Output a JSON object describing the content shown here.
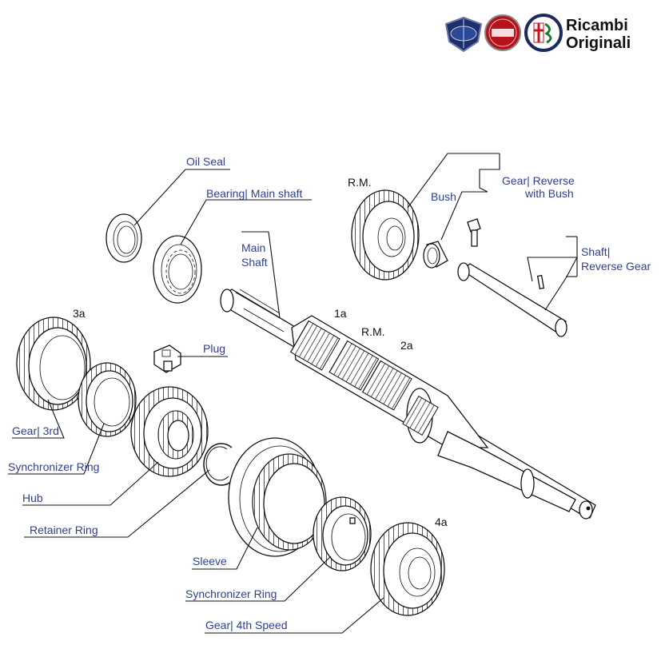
{
  "brand": {
    "title_line1": "Ricambi",
    "title_line2": "Originali",
    "logos": [
      "lancia-badge",
      "fiat-badge",
      "alfa-romeo-badge"
    ],
    "colors": {
      "lancia": "#1d2f6b",
      "fiat": "#b5121b",
      "alfa_red": "#c4161c",
      "alfa_green": "#1a7a3a"
    }
  },
  "labels": {
    "oil_seal": "Oil Seal",
    "bearing": "Bearing| Main shaft",
    "main_shaft_1": "Main",
    "main_shaft_2": "Shaft",
    "gear_reverse_1": "Gear| Reverse",
    "gear_reverse_2": "with Bush",
    "bush": "Bush",
    "shaft_reverse_1": "Shaft|",
    "shaft_reverse_2": "Reverse Gear",
    "plug": "Plug",
    "gear_3rd": "Gear| 3rd",
    "synchronizer_ring_1": "Synchronizer Ring",
    "hub": "Hub",
    "retainer_ring": "Retainer Ring",
    "sleeve": "Sleeve",
    "synchronizer_ring_2": "Synchronizer Ring",
    "gear_4th": "Gear| 4th Speed"
  },
  "refs": {
    "rm_top": "R.M.",
    "rm_mid": "R.M.",
    "r1a": "1a",
    "r2a": "2a",
    "r3a": "3a",
    "r4a": "4a"
  },
  "colors": {
    "label_text": "#2f3f8f",
    "line": "#111111"
  }
}
